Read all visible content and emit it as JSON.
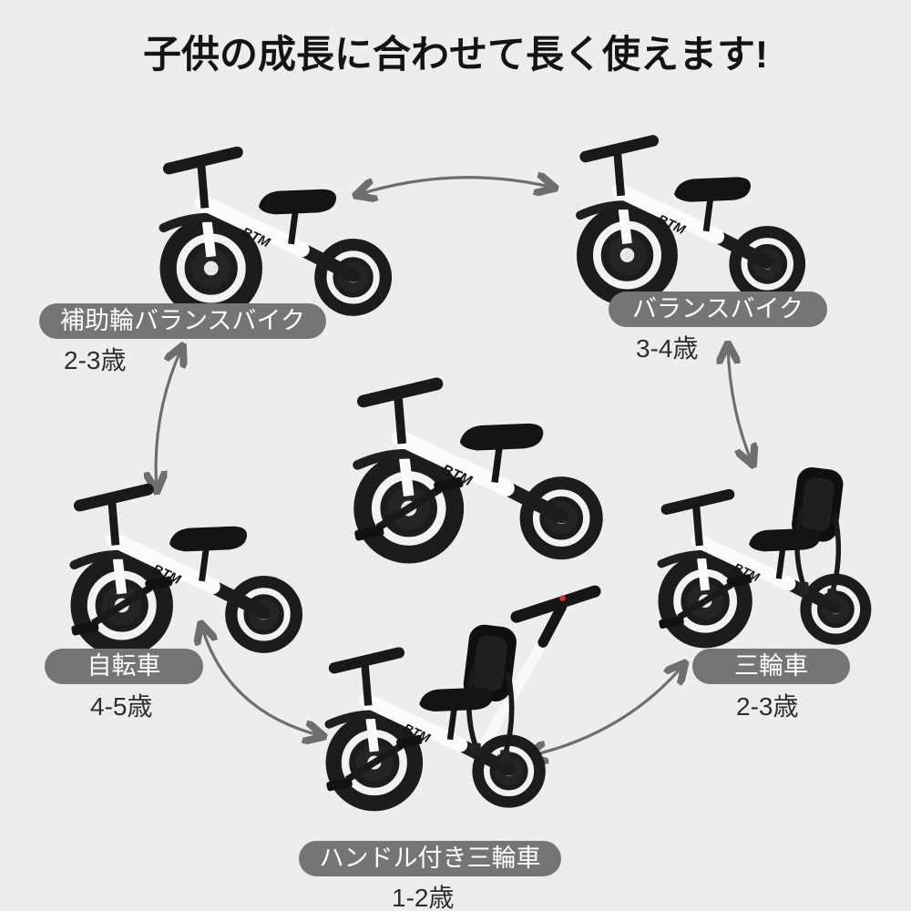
{
  "title": "子供の成長に合わせて長く使えます!",
  "brand": "BTM",
  "colors": {
    "background": "#ededed",
    "label_bg": "#757575",
    "label_text": "#ffffff",
    "age_text": "#2d2d2d",
    "arrow": "#6e6e6e",
    "title_text": "#141414",
    "frame_white": "#fbfbfb",
    "bike_black": "#1c1c1c"
  },
  "stages": [
    {
      "label": "補助輪バランスバイク",
      "age": "2-3歳",
      "position": "top-left"
    },
    {
      "label": "バランスバイク",
      "age": "3-4歳",
      "position": "top-right"
    },
    {
      "label": "自転車",
      "age": "4-5歳",
      "position": "middle-left"
    },
    {
      "label": "三輪車",
      "age": "2-3歳",
      "position": "middle-right"
    },
    {
      "label": "ハンドル付き三輪車",
      "age": "1-2歳",
      "position": "bottom-center"
    }
  ],
  "arrows": [
    {
      "name": "arrow-top",
      "type": "curved-double-headed",
      "connects": [
        "補助輪バランスバイク",
        "バランスバイク"
      ]
    },
    {
      "name": "arrow-left",
      "type": "curved-double-headed",
      "connects": [
        "補助輪バランスバイク",
        "自転車"
      ]
    },
    {
      "name": "arrow-right",
      "type": "curved-double-headed",
      "connects": [
        "バランスバイク",
        "三輪車"
      ]
    },
    {
      "name": "arrow-bottom-left",
      "type": "curved-double-headed",
      "connects": [
        "自転車",
        "ハンドル付き三輪車"
      ]
    },
    {
      "name": "arrow-bottom-right",
      "type": "curved-double-headed",
      "connects": [
        "ハンドル付き三輪車",
        "三輪車"
      ]
    }
  ]
}
